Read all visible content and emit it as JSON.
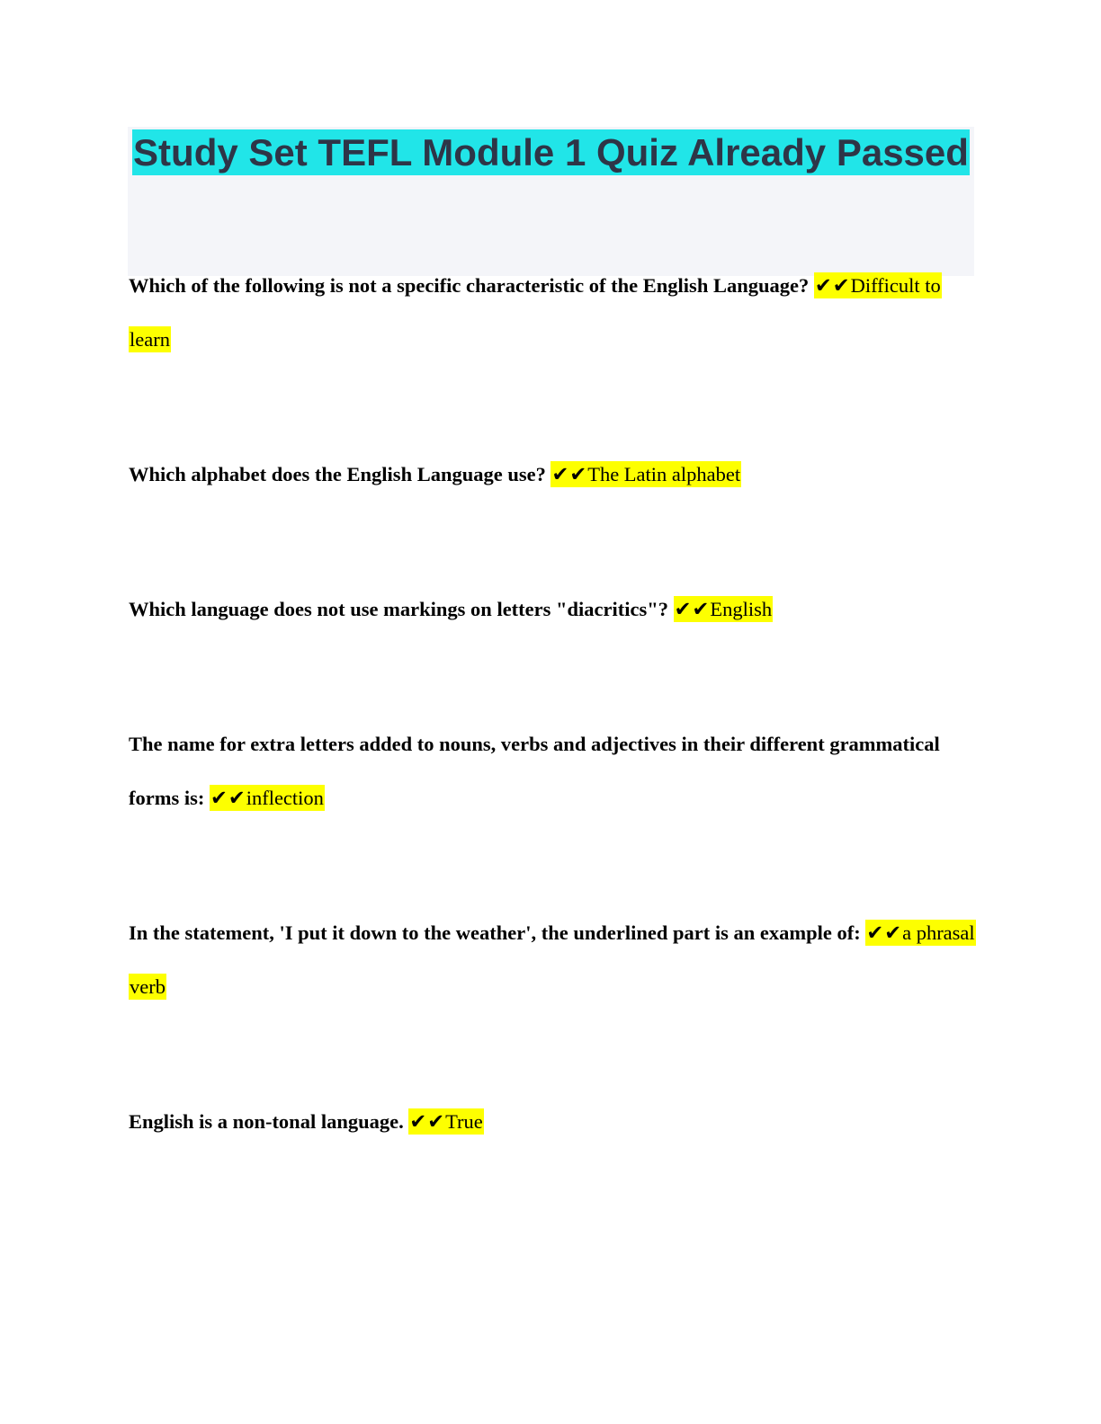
{
  "page": {
    "title": "Study Set TEFL Module 1 Quiz Already Passed",
    "checkmarks": "✔✔"
  },
  "questions": [
    {
      "question": "Which of the following is not a specific characteristic of the English Language? ",
      "answer": "Difficult to learn"
    },
    {
      "question": "Which alphabet does the English Language use? ",
      "answer": "The Latin alphabet"
    },
    {
      "question": "Which language does not use markings on letters \"diacritics\"? ",
      "answer": "English"
    },
    {
      "question": "The name for extra letters added to nouns, verbs and adjectives in their different grammatical forms is: ",
      "answer": "inflection"
    },
    {
      "question": "In the statement, 'I put it down to the weather', the underlined part is an example of: ",
      "answer": "a phrasal verb"
    },
    {
      "question": "English is a non-tonal language. ",
      "answer": "True"
    }
  ],
  "colors": {
    "title_highlight": "#21e5e8",
    "title_text": "#2e3547",
    "header_bg": "#f4f5f9",
    "answer_highlight": "#fdff00",
    "body_text": "#000000"
  }
}
